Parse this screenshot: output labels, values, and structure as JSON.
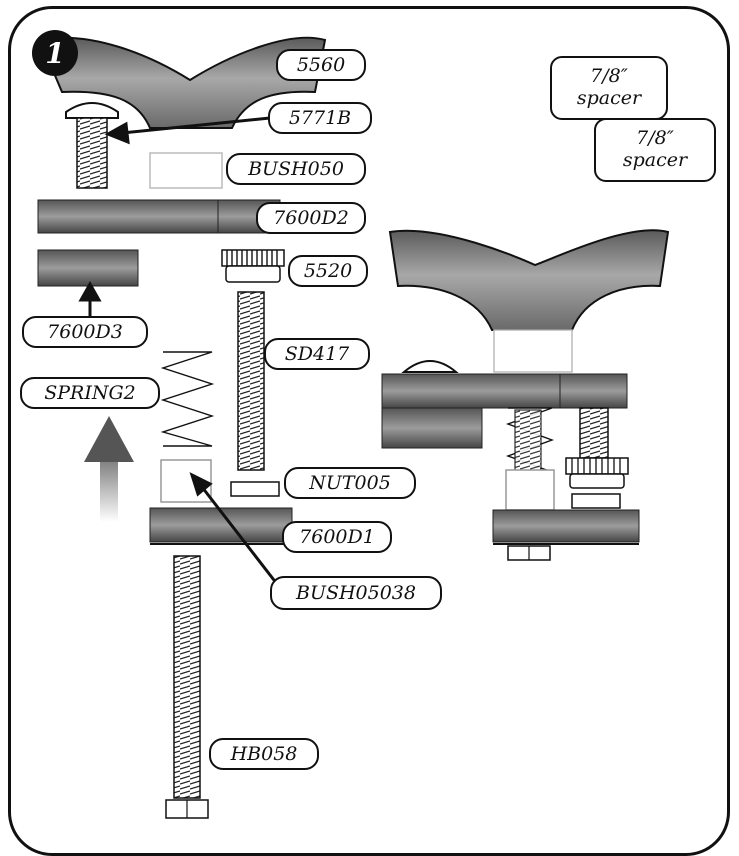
{
  "step_number": "1",
  "labels": {
    "part_5560": "5560",
    "part_5771b": "5771B",
    "part_bush050": "BUSH050",
    "part_7600d2": "7600D2",
    "part_5520": "5520",
    "part_7600d3": "7600D3",
    "part_sd417": "SD417",
    "part_spring2": "SPRING2",
    "part_nut005": "NUT005",
    "part_7600d1": "7600D1",
    "part_bush05038": "BUSH05038",
    "part_hb058": "HB058"
  },
  "spacers": [
    {
      "line1": "7/8″",
      "line2": "spacer"
    },
    {
      "line1": "7/8″",
      "line2": "spacer"
    }
  ],
  "colors": {
    "outline": "#111111",
    "metal_dark": "#4a4a4a",
    "metal_light": "#9a9a9a",
    "upload_arrow": "#6a6a6a"
  }
}
